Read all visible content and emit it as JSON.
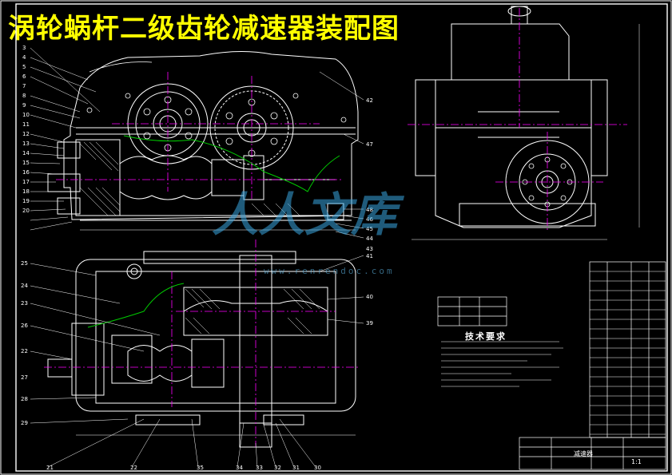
{
  "drawing": {
    "title": "涡轮蜗杆二级齿轮减速器装配图",
    "watermark": "人人文库",
    "watermark_url": "www.renrendoc.com",
    "tech_requirements_title": "技术要求",
    "title_block_name": "减速器",
    "title_block_scale": "1:1"
  },
  "colors": {
    "background": "#000000",
    "outline": "#ffffff",
    "center_line": "#ff00ff",
    "hatch": "#ffffff",
    "title_text": "#ffff00",
    "watermark": "#3aa6e0",
    "break_line": "#00cc00"
  },
  "part_numbers": {
    "left_callouts_top": [
      "3",
      "4",
      "5",
      "6",
      "7",
      "8",
      "9",
      "10",
      "11",
      "12",
      "13",
      "14",
      "15",
      "16",
      "17",
      "18",
      "19",
      "20"
    ],
    "right_callouts_top": [
      "42",
      "47",
      "48",
      "46",
      "45",
      "44",
      "43",
      "41"
    ],
    "left_callouts_bottom": [
      "25",
      "24",
      "23",
      "26",
      "22",
      "27",
      "28",
      "29"
    ],
    "right_callouts_bottom": [
      "40",
      "39"
    ],
    "bottom_callouts": [
      "21",
      "22",
      "35",
      "34",
      "33",
      "32",
      "31",
      "30"
    ]
  }
}
